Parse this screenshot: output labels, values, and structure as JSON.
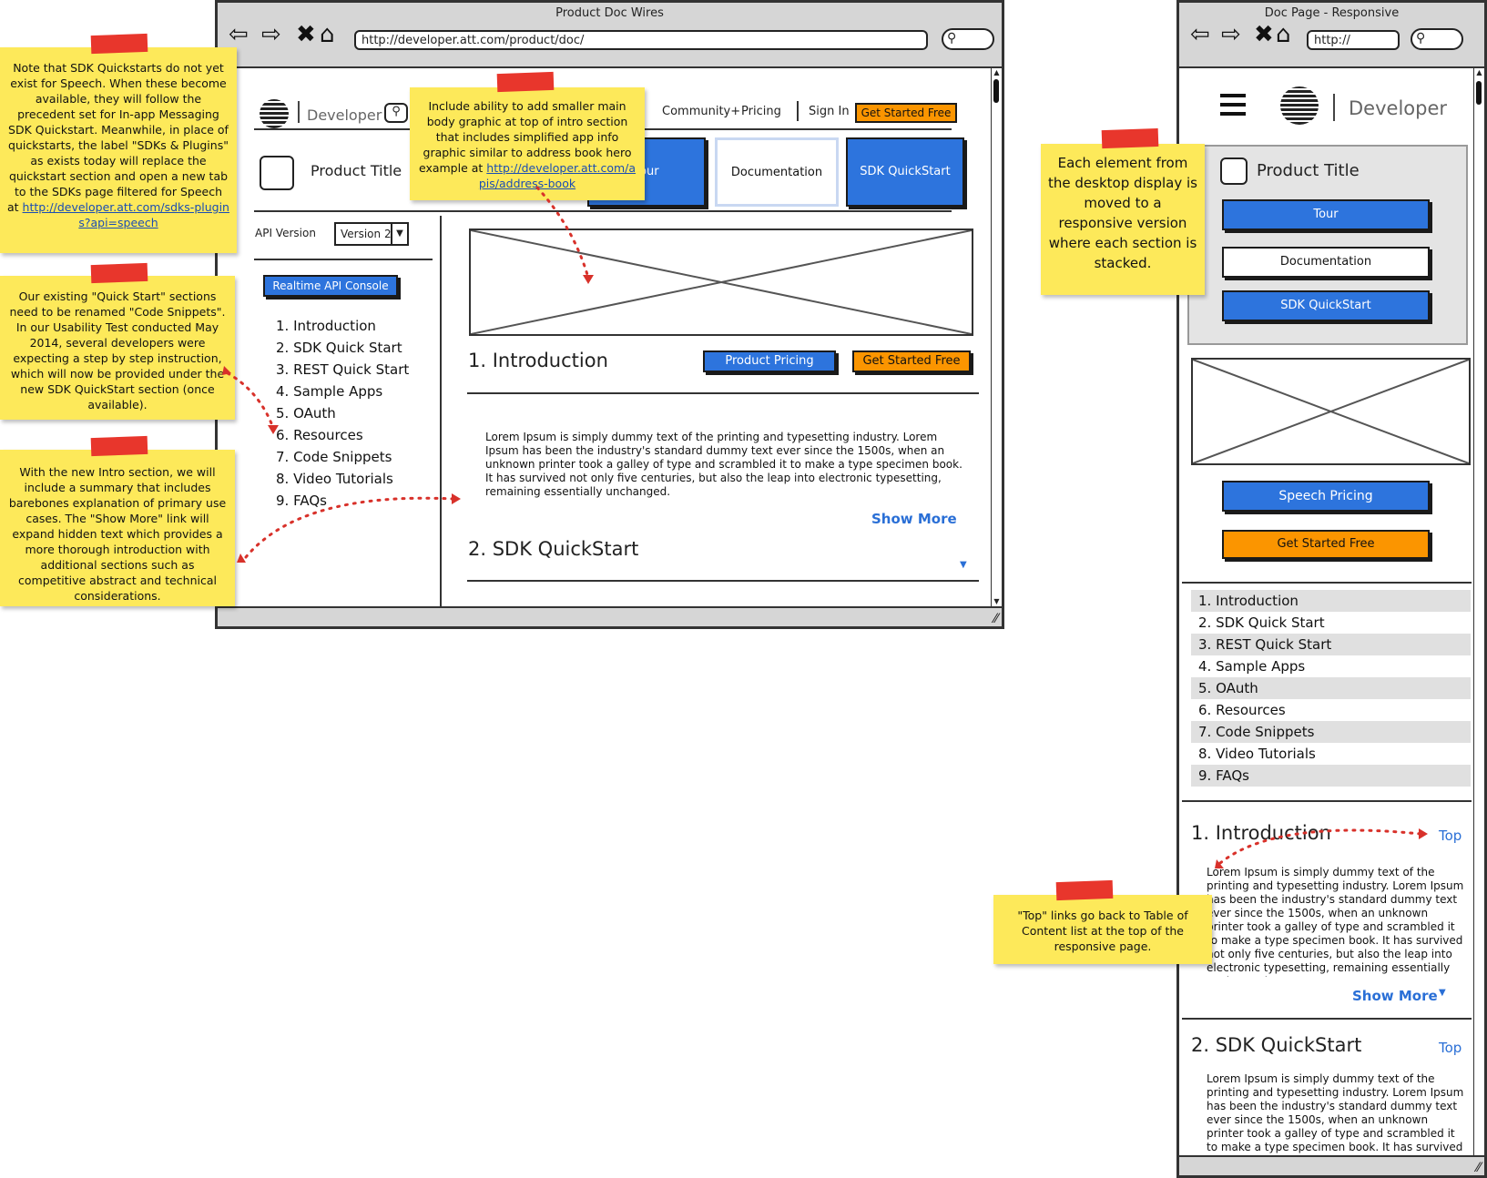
{
  "desktop": {
    "title": "Product Doc Wires",
    "url": "http://developer.att.com/product/doc/",
    "logo_text": "Developer",
    "nav": [
      "Community+",
      "Pricing",
      "Sign In"
    ],
    "nav_cta": "Get Started Free",
    "product_title": "Product Title",
    "tabs": [
      "Tour",
      "Documentation",
      "SDK QuickStart"
    ],
    "api_version_label": "API Version",
    "version_value": "Version 2",
    "console_button": "Realtime API Console",
    "toc": [
      "1. Introduction",
      "2. SDK Quick Start",
      "3. REST Quick Start",
      "4. Sample Apps",
      "5. OAuth",
      "6. Resources",
      "7. Code Snippets",
      "8. Video Tutorials",
      "9. FAQs"
    ],
    "intro_heading": "1. Introduction",
    "pricing_button": "Product Pricing",
    "get_started_button": "Get Started Free",
    "lorem": "Lorem Ipsum is simply dummy text of the printing and typesetting industry. Lorem Ipsum has been the industry's standard dummy text ever since the 1500s, when an unknown printer took a galley of type and scrambled it to make a type specimen book. It has survived not only five centuries, but also the leap into electronic typesetting, remaining essentially unchanged.",
    "show_more": "Show More",
    "sdk_heading": "2. SDK QuickStart"
  },
  "mobile": {
    "title": "Doc Page - Responsive",
    "url": "http://",
    "logo_text": "Developer",
    "product_title": "Product Title",
    "buttons": [
      "Tour",
      "Documentation",
      "SDK QuickStart"
    ],
    "pricing_button": "Speech Pricing",
    "get_started_button": "Get Started Free",
    "toc": [
      "1. Introduction",
      "2. SDK Quick Start",
      "3. REST Quick Start",
      "4. Sample Apps",
      "5. OAuth",
      "6. Resources",
      "7. Code Snippets",
      "8. Video Tutorials",
      "9. FAQs"
    ],
    "intro_heading": "1. Introduction",
    "top_link": "Top",
    "lorem": "Lorem Ipsum is simply dummy text of the printing and typesetting industry. Lorem Ipsum has been the industry's standard dummy text ever since the 1500s, when an unknown printer took a galley of type and scrambled it to make a type specimen book. It has survived not only five centuries, but also the leap into electronic typesetting, remaining essentially unchanged.",
    "lorem2": "Lorem Ipsum is simply dummy text of the printing and typesetting industry. Lorem Ipsum has been the industry's standard dummy text ever since the 1500s, when an unknown printer took a galley of type and scrambled it to make a type specimen book. It has survived not only",
    "show_more": "Show More",
    "sdk_heading": "2. SDK QuickStart"
  },
  "notes": {
    "quickstarts_text": "Note that SDK Quickstarts do not yet exist for Speech. When these become available, they will follow the precedent set for In-app Messaging SDK Quickstart. Meanwhile, in place of quickstarts, the label \"SDKs & Plugins\" as exists today will replace the quickstart section and open a new tab to the SDKs page filtered for Speech at",
    "quickstarts_link": "http://developer.att.com/sdks-plugins?api=speech",
    "snippets": "Our existing \"Quick Start\" sections need to be renamed \"Code Snippets\". In our Usability Test conducted May 2014, several developers were expecting a step by step instruction, which will now be provided under the new SDK QuickStart section (once available).",
    "intro": "With the new Intro section, we will include a summary that includes barebones explanation of primary use cases. The \"Show More\" link will expand hidden text which provides a more thorough introduction with additional sections such as competitive abstract and technical considerations.",
    "graphic_text": "Include ability to add smaller main body graphic at top of intro section that includes simplified app info graphic similar to address book hero example at",
    "graphic_link": "http://developer.att.com/apis/address-book",
    "responsive": "Each element from the desktop display is moved to a responsive version where each section is stacked.",
    "top": "\"Top\" links go back to Table of Content list at the top of the responsive page."
  },
  "colors": {
    "blue": "#2d74dd",
    "orange": "#fb9500",
    "note": "#fde95a",
    "tape": "#e8362c",
    "link": "#2a6fd6"
  }
}
